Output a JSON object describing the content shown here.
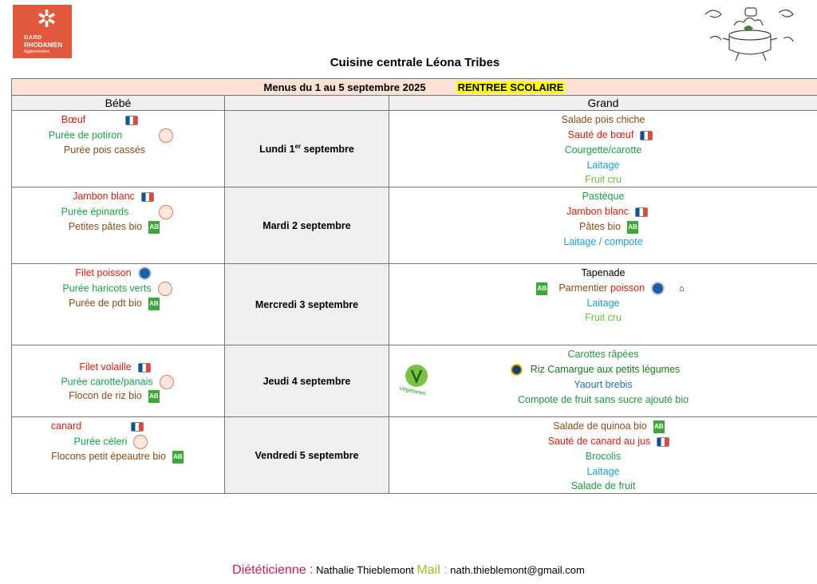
{
  "logo": {
    "line1": "GARD",
    "line2": "RHODANIEN",
    "line3": "Agglomération"
  },
  "title": "Cuisine centrale Léona Tribes",
  "header": {
    "menus": "Menus du 1 au 5 septembre 2025",
    "rentree": "RENTREE SCOLAIRE",
    "col_bebe": "Bébé",
    "col_grand": "Grand"
  },
  "days": [
    {
      "label": "Lundi 1",
      "sup": "er",
      "label_end": " septembre",
      "bebe": [
        "Bœuf",
        "Purée de potiron",
        "Purée pois cassés"
      ],
      "grand": [
        "Salade pois chiche",
        "Sauté de bœuf",
        "Courgette/carotte",
        "Laitage",
        "Fruit cru"
      ]
    },
    {
      "label": "Mardi 2 septembre",
      "bebe": [
        "Jambon blanc",
        "Purée épinards",
        "Petites pâtes bio"
      ],
      "grand": [
        "Pastèque",
        "Jambon blanc",
        "Pâtes bio",
        "Laitage / compote"
      ]
    },
    {
      "label": "Mercredi 3 septembre",
      "bebe": [
        "Filet poisson",
        "Purée haricots verts",
        "Purée de pdt bio"
      ],
      "grand": [
        "Tapenade",
        "Parmentier",
        "poisson",
        "Laitage",
        "Fruit cru"
      ]
    },
    {
      "label": "Jeudi 4 septembre",
      "bebe": [
        "Filet volaille",
        "Purée carotte/panais",
        "Flocon de riz bio"
      ],
      "grand": [
        "Carottes râpées",
        "Riz Camargue aux petits légumes",
        "Yaourt brebis",
        "Compote de fruit sans sucre ajouté bio"
      ],
      "veg_label": "Végétarien"
    },
    {
      "label": "Vendredi 5 septembre",
      "bebe": [
        "canard",
        "Purée céleri",
        "Flocons petit épeautre bio"
      ],
      "grand": [
        "Salade de quinoa bio",
        "Sauté de canard au jus",
        "Brocolis",
        "Laitage",
        "Salade de fruit"
      ]
    }
  ],
  "badges": {
    "ab": "AB"
  },
  "footer": {
    "diet_label": "Diététicienne :",
    "name": "Nathalie Thieblemont",
    "mail_label": "Mail :",
    "email": "nath.thieblemont@gmail.com"
  },
  "colors": {
    "logo_bg": "#e2583d",
    "header_bg": "#fbe2d5",
    "rentree_bg": "#ffff00",
    "meat": "#e8190e",
    "veg": "#16a34a",
    "starch": "#8a4b14",
    "dairy": "#16a0d8",
    "fruit": "#6cc03a"
  }
}
